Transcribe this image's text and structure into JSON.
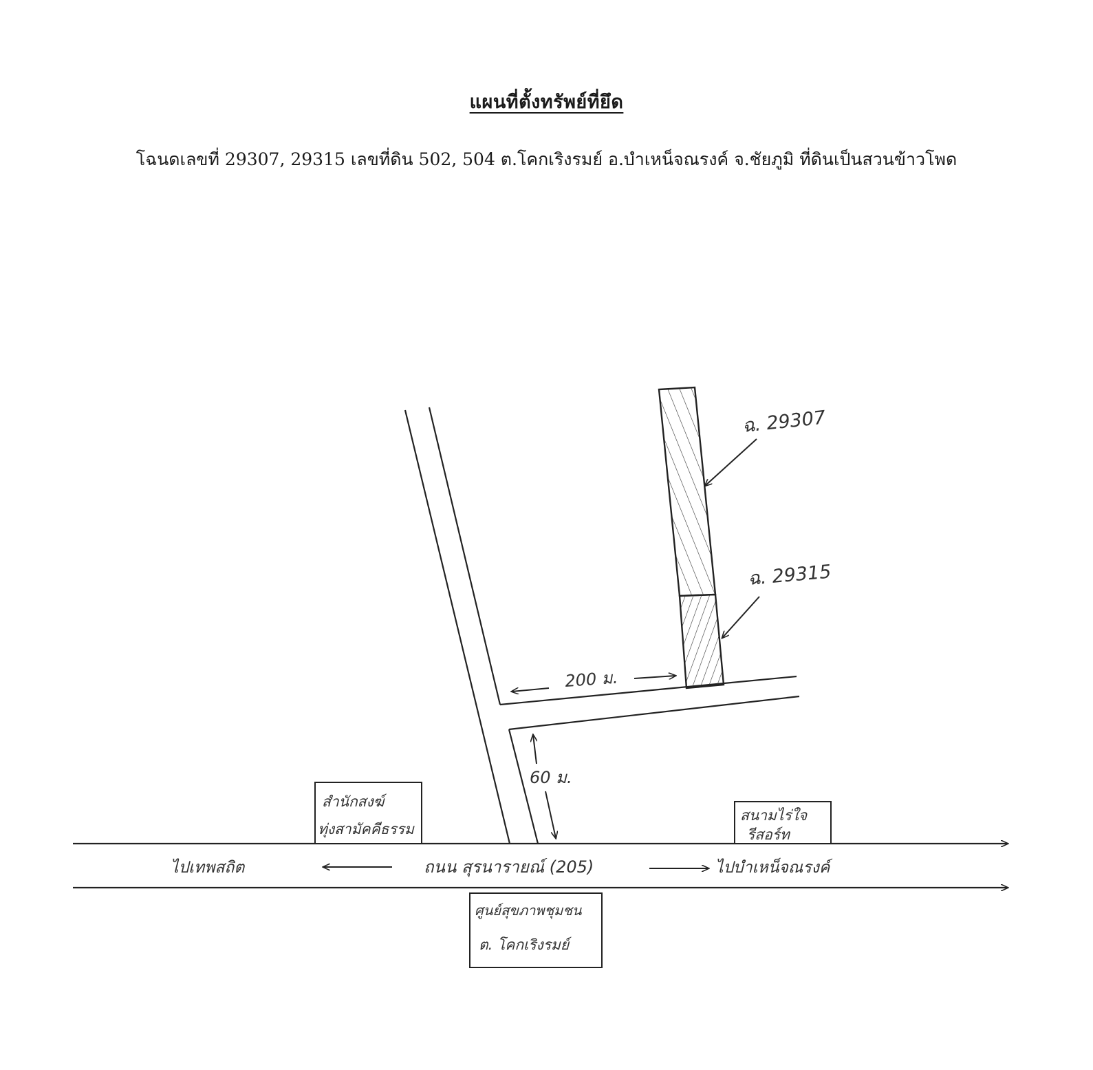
{
  "title": "แผนที่ตั้งทรัพย์ที่ยึด",
  "subtitle": "โฉนดเลขที่ 29307, 29315 เลขที่ดิน 502, 504 ต.โคกเริงรมย์ อ.บำเหน็จณรงค์ จ.ชัยภูมิ ที่ดินเป็นสวนข้าวโพด",
  "colors": {
    "ink": "#1a1a1a",
    "paper": "#ffffff"
  },
  "map": {
    "parcel_upper_label": "ฉ. 29307",
    "parcel_lower_label": "ฉ. 29315",
    "distance_200": "200 ม.",
    "distance_60": "60 ม.",
    "main_road_label": "ถนน สุรนารายณ์ (205)",
    "west_destination": "ไปเทพสถิต",
    "east_destination": "ไปบำเหน็จณรงค์",
    "landmark_left_line1": "สำนักสงฆ์",
    "landmark_left_line2": "ทุ่งสามัคคีธรรม",
    "landmark_right_line1": "สนามไร่ใจ",
    "landmark_right_line2": "รีสอร์ท",
    "landmark_bottom_line1": "ศูนย์สุขภาพชุมชน",
    "landmark_bottom_line2": "ต. โคกเริงรมย์"
  }
}
